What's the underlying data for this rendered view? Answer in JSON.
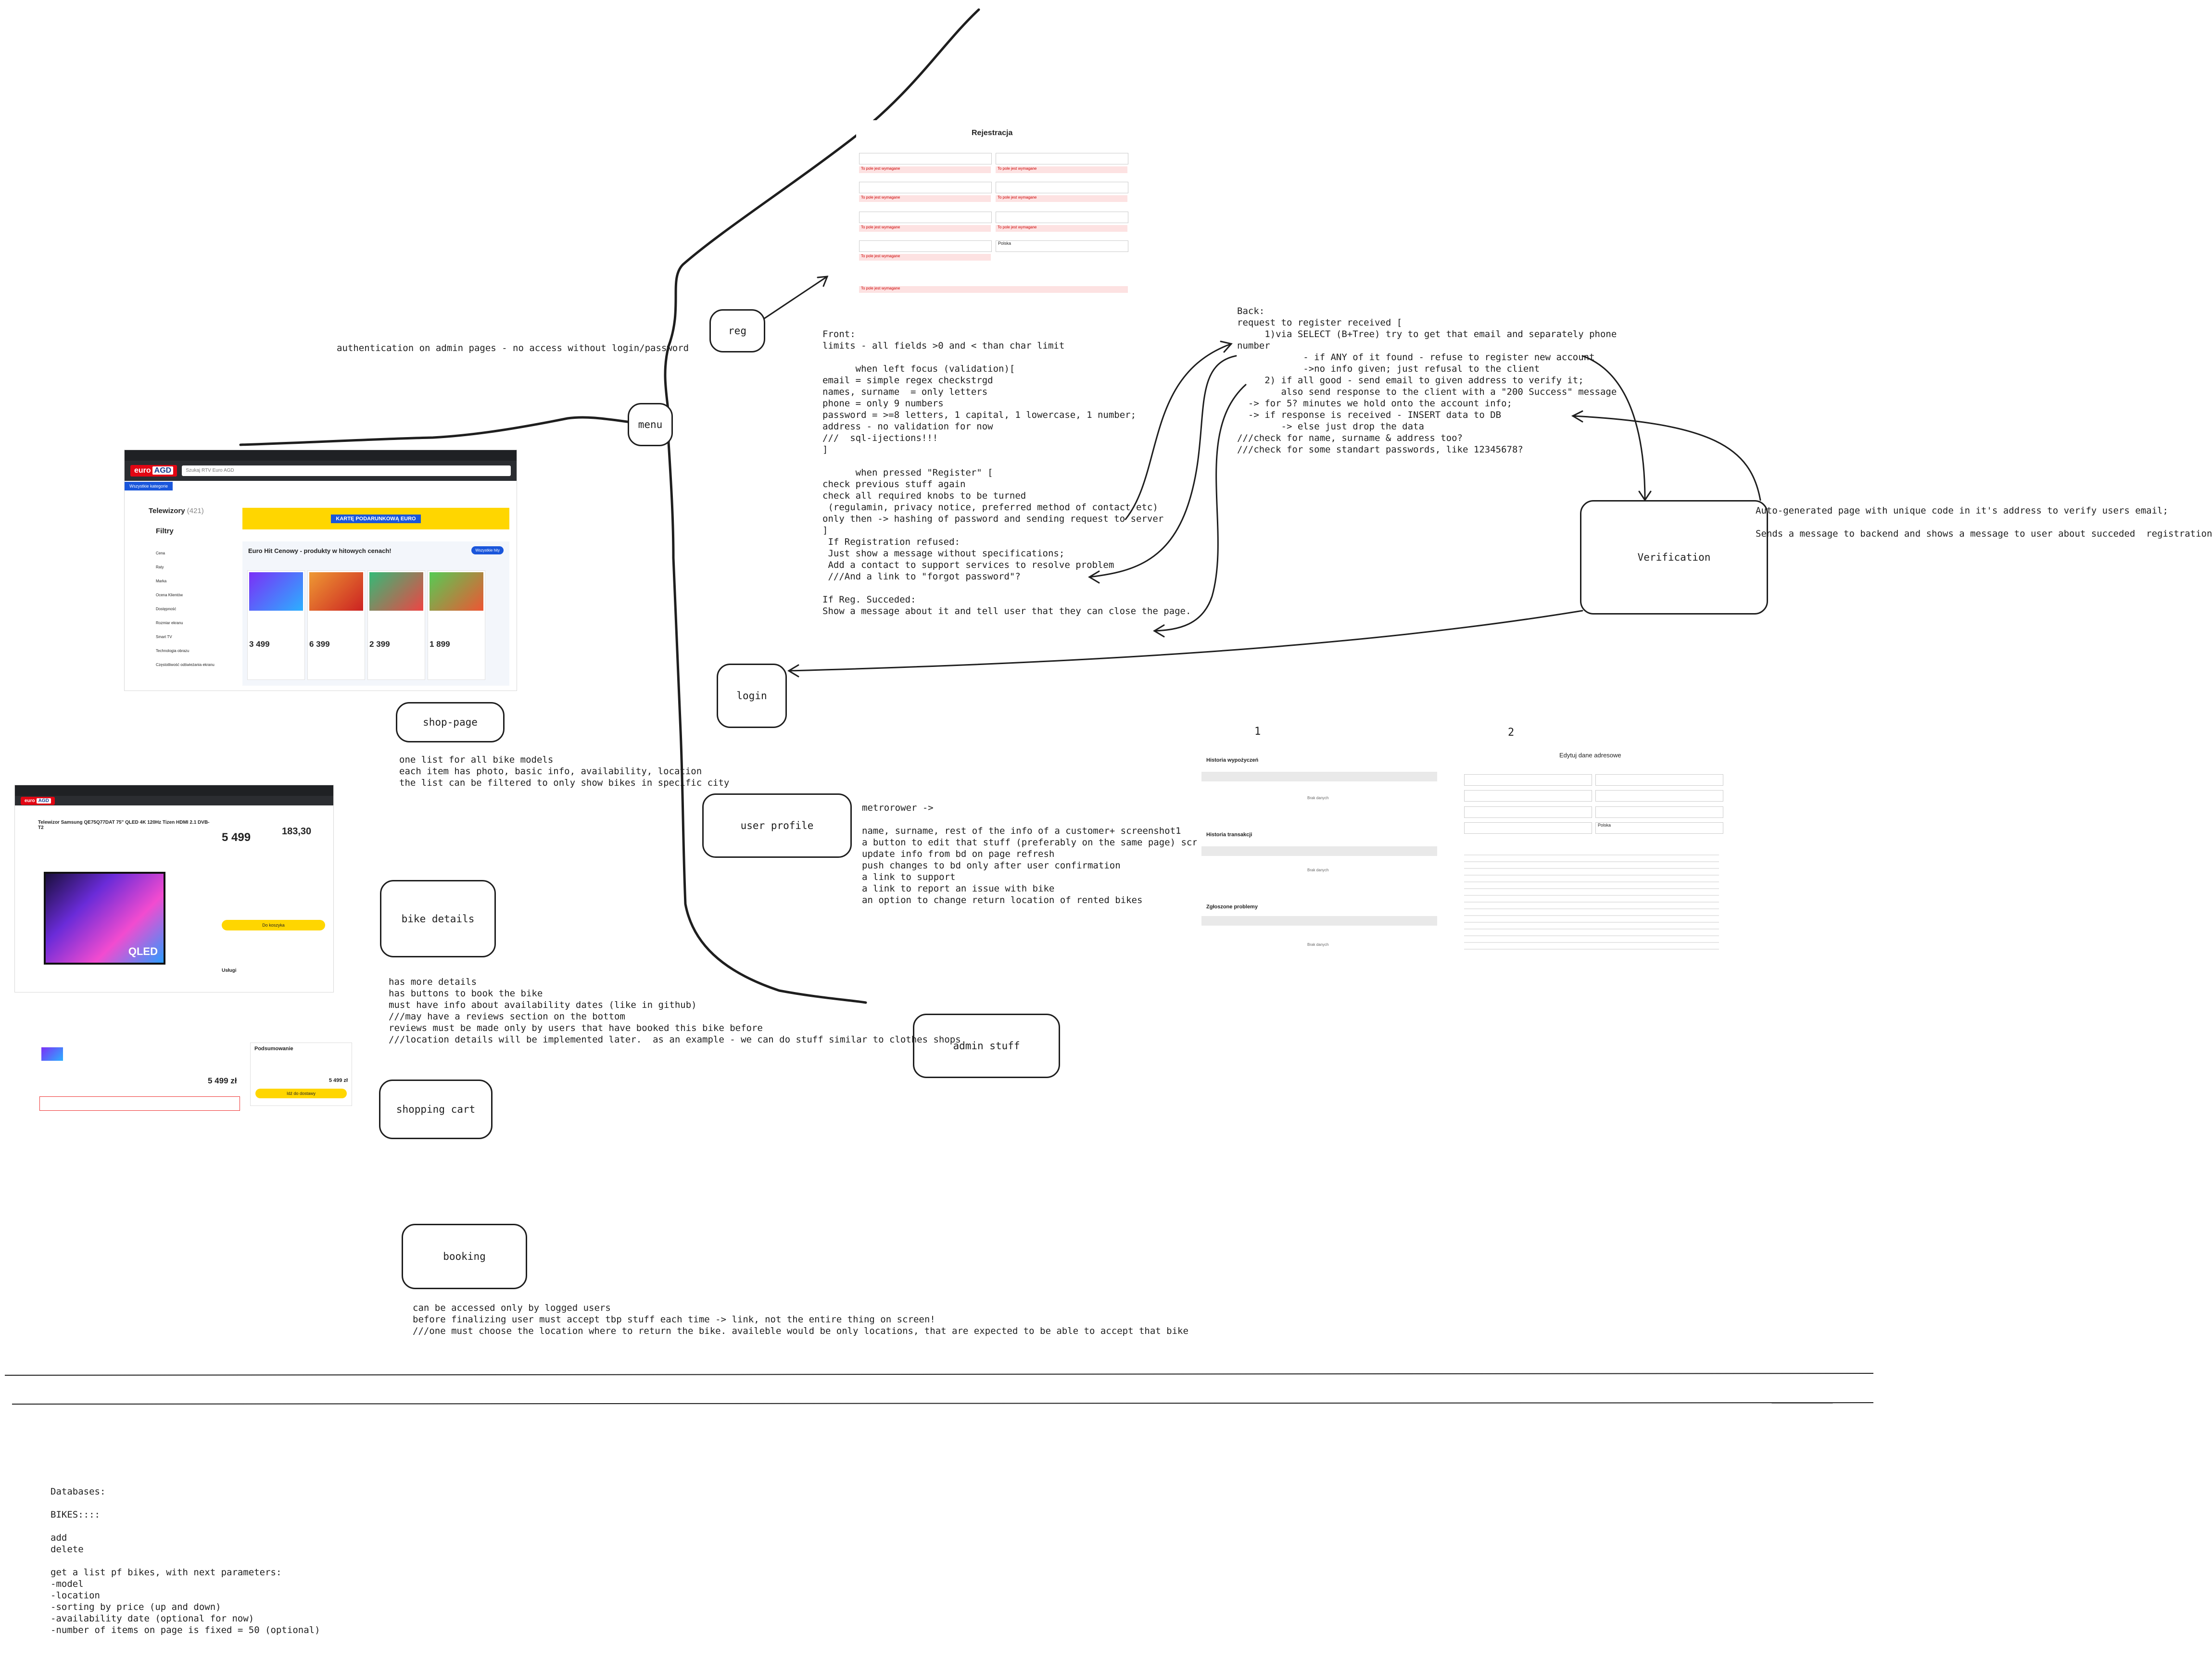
{
  "labels": {
    "reg": "reg",
    "menu": "menu",
    "login": "login",
    "user_profile": "user profile",
    "admin_stuff": "admin stuff",
    "shop_page": "shop-page",
    "bike_details": "bike details",
    "shopping_cart": "shopping cart",
    "booking": "booking",
    "verification": "Verification",
    "num1": "1",
    "num2": "2"
  },
  "notes": {
    "auth": "authentication on admin pages - no access without login/password",
    "front": "Front:\nlimits - all fields >0 and < than char limit\n\n      when left focus (validation)[\nemail = simple regex checkstrgd\nnames, surname  = only letters\nphone = only 9 numbers\npassword = >=8 letters, 1 capital, 1 lowercase, 1 number;\naddress - no validation for now\n///  sql-ijections!!!\n]\n\n      when pressed \"Register\" [\ncheck previous stuff again\ncheck all required knobs to be turned\n (regulamin, privacy notice, preferred method of contact etc)\nonly then -> hashing of password and sending request to server\n]\n If Registration refused:\n Just show a message without specifications;\n Add a contact to support services to resolve problem\n ///And a link to \"forgot password\"?\n\nIf Reg. Succeded:\nShow a message about it and tell user that they can close the page.",
    "back": "Back:\nrequest to register received [\n     1)via SELECT (B+Tree) try to get that email and separately phone\nnumber\n            - if ANY of it found - refuse to register new account\n            ->no info given; just refusal to the client\n     2) if all good - send email to given address to verify it;\n        also send response to the client with a \"200 Success\" message\n  -> for 5? minutes we hold onto the account info;\n  -> if response is received - INSERT data to DB\n        -> else just drop the data\n///check for name, surname & address too?\n///check for some standart passwords, like 12345678?",
    "verification_note": "Auto-generated page with unique code in it's address to verify users email;\n\nSends a message to backend and shows a message to user about succeded  registration",
    "shop": "one list for all bike models\neach item has photo, basic info, availability, location\nthe list can be filtered to only show bikes in specific city",
    "bike": "has more details\nhas buttons to book the bike\nmust have info about availability dates (like in github)\n///may have a reviews section on the bottom\nreviews must be made only by users that have booked this bike before\n///location details will be implemented later.  as an example - we can do stuff similar to clothes shops",
    "profile": "metrorower ->\n\nname, surname, rest of the info of a customer+ screenshot1\na button to edit that stuff (preferably on the same page) screen2\nupdate info from bd on page refresh\npush changes to bd only after user confirmation\na link to support\na link to report an issue with bike\nan option to change return location of rented bikes",
    "booking_note": "can be accessed only by logged users\nbefore finalizing user must accept tbp stuff each time -> link, not the entire thing on screen!\n///one must choose the location where to return the bike. availeble would be only locations, that are expected to be able to accept that bike",
    "databases": "Databases:\n\nBIKES::::\n\nadd\ndelete\n\nget a list pf bikes, with next parameters:\n-model\n-location\n-sorting by price (up and down)\n-availability date (optional for now)\n-number of items on page is fixed = 50 (optional)"
  },
  "screens": {
    "registration": {
      "title": "Rejestracja",
      "field_error": "To pole jest wymagane",
      "country": "Polska"
    },
    "shop": {
      "logo_a": "euro",
      "logo_b": "AGD",
      "search_placeholder": "Szukaj RTV Euro AGD",
      "search_button": "Szukaj",
      "categories": "Wszystkie kategorie",
      "category_title": "Telewizory",
      "count": "(421)",
      "filters": "Filtry",
      "filter_items": [
        "Cena",
        "Raty",
        "Marka",
        "Ocena Klientów",
        "Dostępność",
        "Rozmiar ekranu",
        "Smart TV",
        "Technologia obrazu",
        "Częstotliwość odświeżania ekranu"
      ],
      "banner": "KARTĘ PODARUNKOWĄ EURO",
      "hit_title": "Euro Hit Cenowy - produkty w hitowych cenach!",
      "see_all": "Wszystkie hity",
      "prices": [
        "3 499",
        "6 399",
        "2 399",
        "1 899"
      ]
    },
    "details": {
      "title": "Telewizor Samsung QE75Q77DAT 75\" QLED 4K 120Hz Tizen HDMI 2.1 DVB-T2",
      "price": "5 499",
      "rate": "183,30",
      "cta": "Do koszyka",
      "qled": "QLED",
      "services": "Usługi"
    },
    "cart": {
      "price": "5 499 zł",
      "summary": "Podsumowanie",
      "total": "5 499 zł",
      "cta": "Idź do dostawy"
    },
    "profile_tables": {
      "history": "Historia wypożyczeń",
      "transactions": "Historia transakcji",
      "issues": "Zgłoszone problemy",
      "empty": "Brak danych"
    },
    "address_form": {
      "title": "Edytuj dane adresowe",
      "country": "Polska"
    }
  }
}
